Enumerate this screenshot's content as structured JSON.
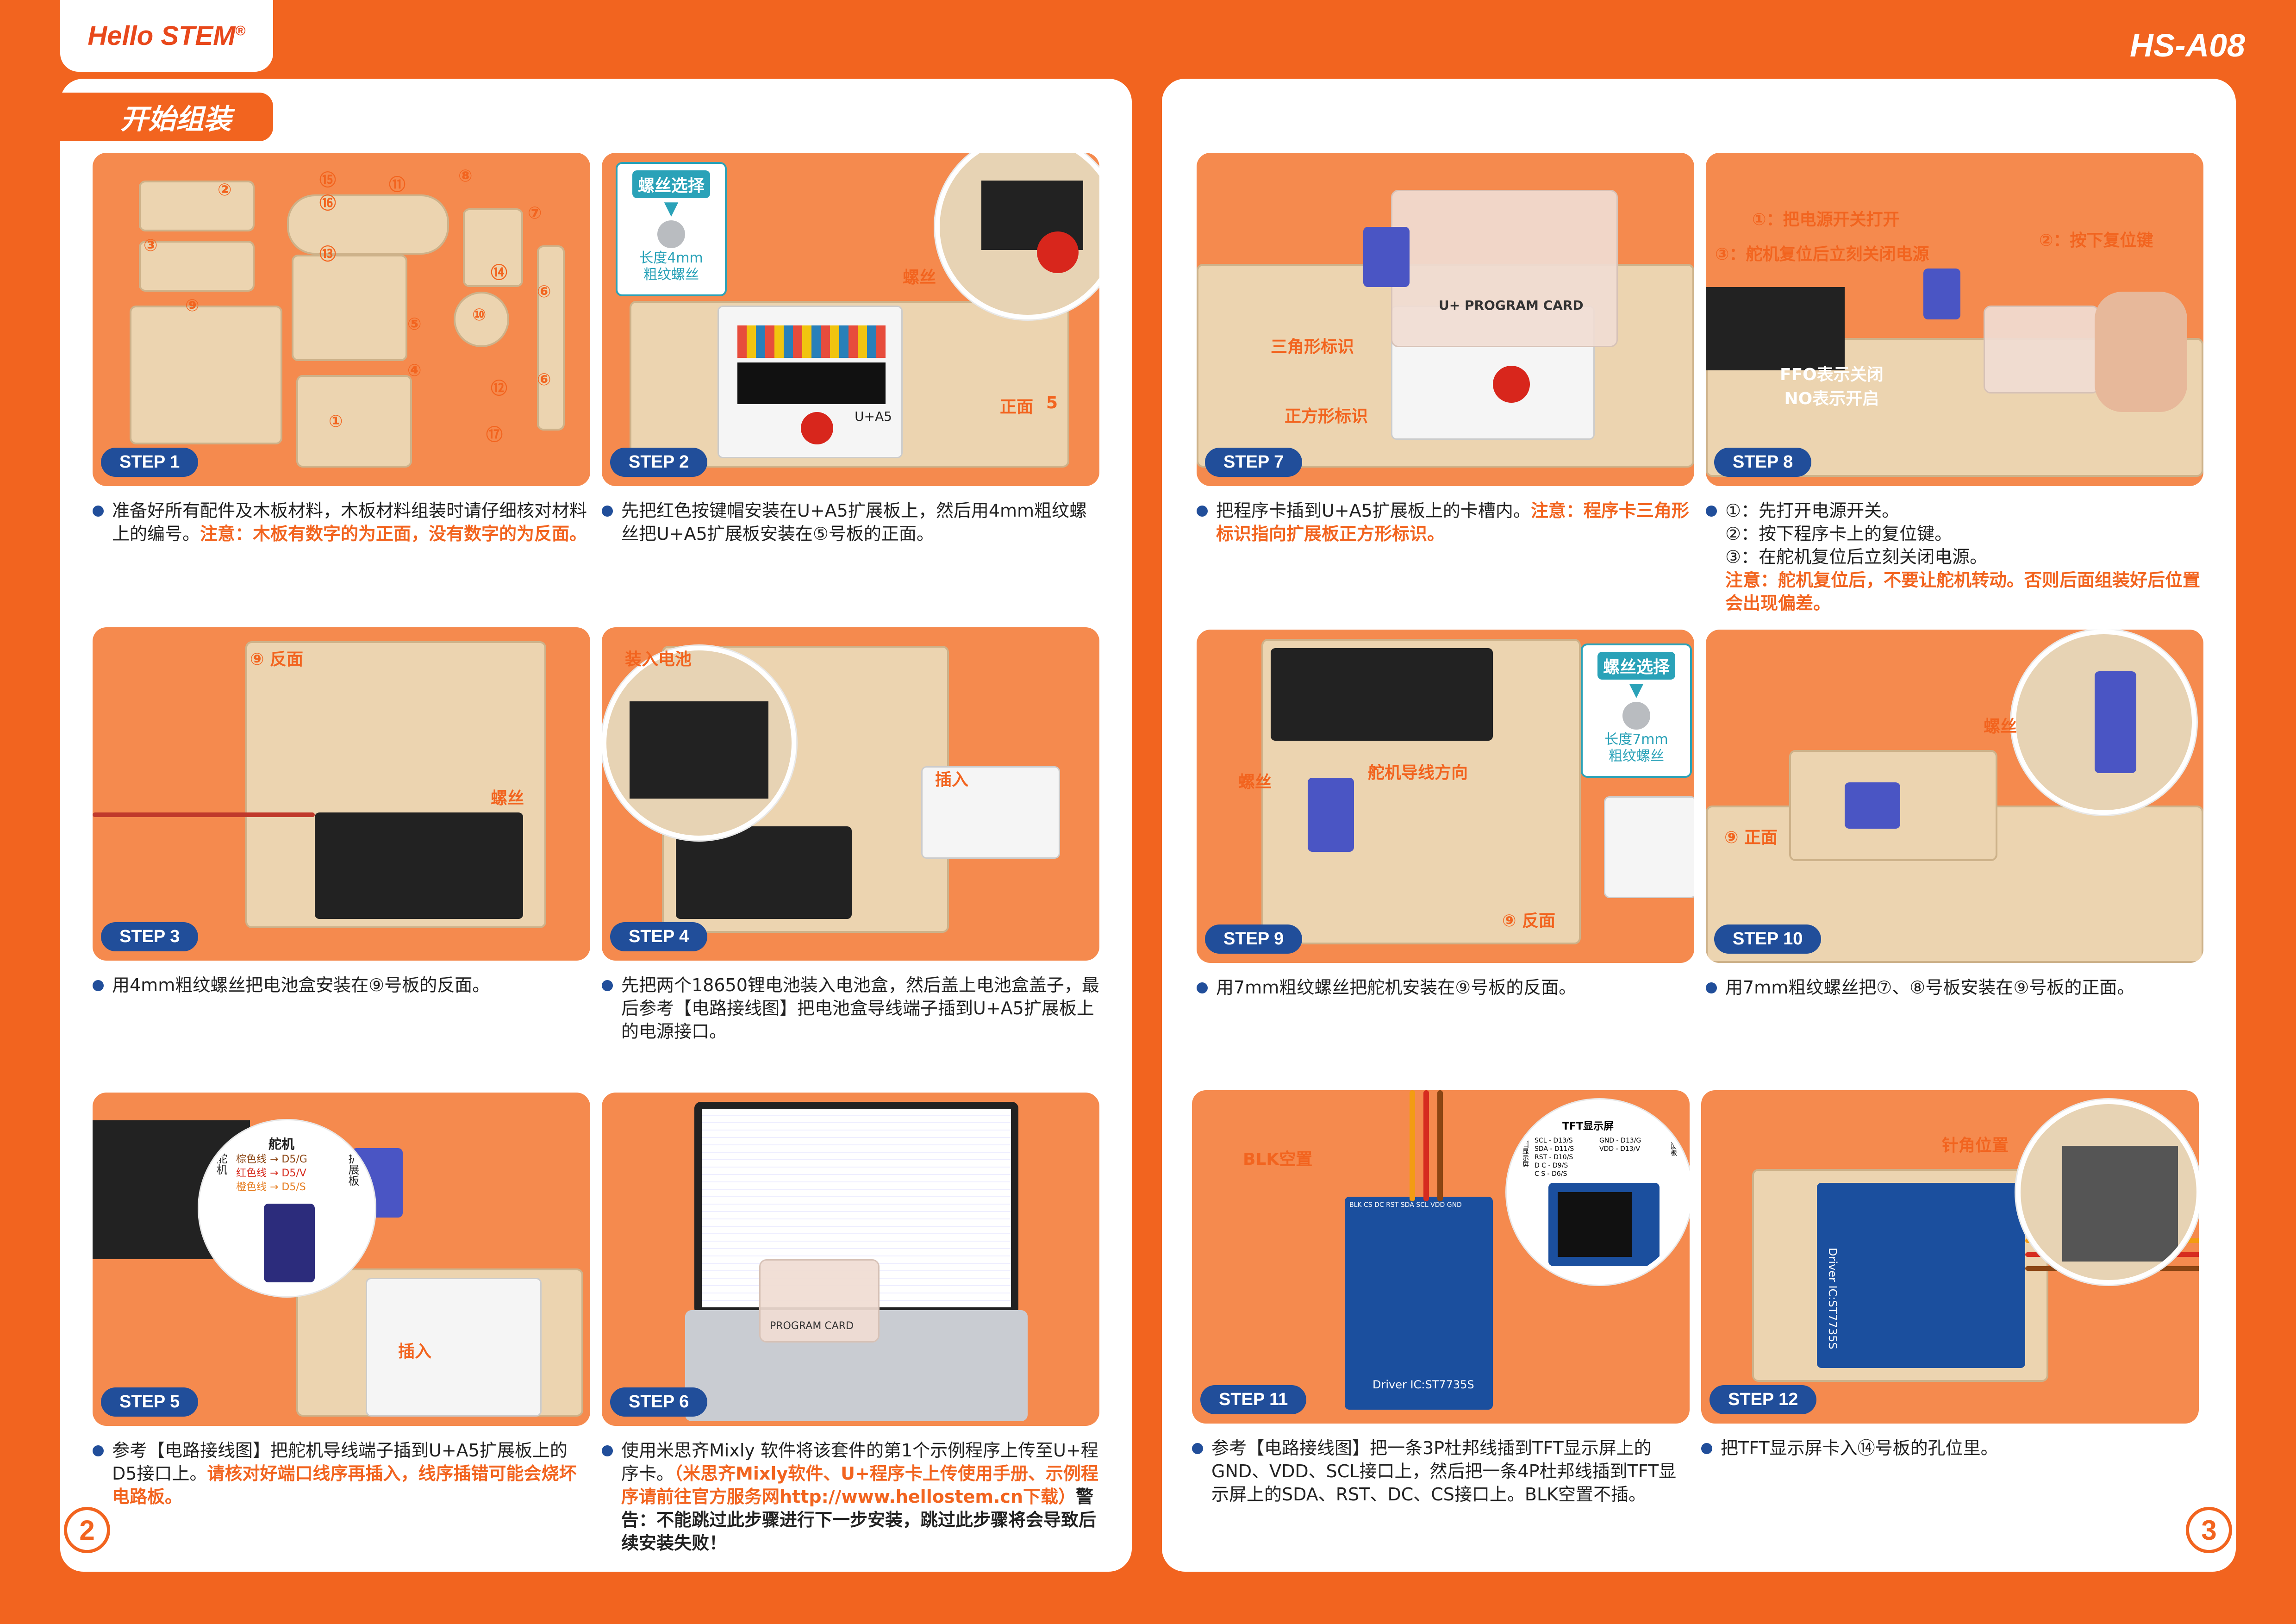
{
  "header": {
    "brand": "Hello STEM",
    "brand_mark": "®",
    "model": "HS-A08"
  },
  "section_title": "开始组装",
  "page_numbers": {
    "left": "2",
    "right": "3"
  },
  "screw_boxes": {
    "title": "螺丝选择",
    "s4": "长度4mm\n粗纹螺丝",
    "s7": "长度7mm\n粗纹螺丝"
  },
  "steps": {
    "s1": {
      "label": "STEP 1",
      "board_numbers": [
        "②",
        "⑮",
        "⑯",
        "⑪",
        "⑧",
        "⑦",
        "③",
        "⑬",
        "⑭",
        "⑨",
        "⑤",
        "⑩",
        "⑥",
        "④",
        "⑫",
        "⑥",
        "①",
        "⑰"
      ],
      "text": "准备好所有配件及木板材料，木板材料组装时请仔细核对材料上的编号。",
      "warn": "注意：木板有数字的为正面，没有数字的为反面。"
    },
    "s2": {
      "label": "STEP 2",
      "labels": {
        "screw": "螺丝",
        "front": "正面",
        "num": "5",
        "pcb": "U+A5"
      },
      "text": "先把红色按键帽安装在U+A5扩展板上，然后用4mm粗纹螺丝把U+A5扩展板安装在⑤号板的正面。"
    },
    "s3": {
      "label": "STEP 3",
      "labels": {
        "back": "⑨ 反面",
        "screw": "螺丝"
      },
      "text": "用4mm粗纹螺丝把电池盒安装在⑨号板的反面。"
    },
    "s4": {
      "label": "STEP 4",
      "labels": {
        "battery": "装入电池",
        "plug": "插入"
      },
      "text": "先把两个18650锂电池装入电池盒，然后盖上电池盒盖子，最后参考【电路接线图】把电池盒导线端子插到U+A5扩展板上的电源接口。"
    },
    "s5": {
      "label": "STEP 5",
      "labels": {
        "plug": "插入",
        "servo_title": "舵机",
        "left_side": "舵机",
        "right_side": "扩展板",
        "wires": [
          "棕色线 → D5/G",
          "红色线 → D5/V",
          "橙色线 → D5/S"
        ]
      },
      "text": "参考【电路接线图】把舵机导线端子插到U+A5扩展板上的D5接口上。",
      "warn": "请核对好端口线序再插入，线序插错可能会烧坏电路板。"
    },
    "s6": {
      "label": "STEP 6",
      "labels": {
        "card": "PROGRAM CARD"
      },
      "text": "使用米思齐Mixly 软件将该套件的第1个示例程序上传至U+程序卡。",
      "warn": "（米思齐Mixly软件、U+程序卡上传使用手册、示例程序请前往官方服务网http://www.hellostem.cn下载）",
      "bold": "警告：不能跳过此步骤进行下一步安装，跳过此步骤将会导致后续安装失败！"
    },
    "s7": {
      "label": "STEP 7",
      "labels": {
        "triangle": "三角形标识",
        "square": "正方形标识",
        "card": "U+ PROGRAM CARD"
      },
      "text": "把程序卡插到U+A5扩展板上的卡槽内。",
      "warn": "注意：程序卡三角形标识指向扩展板正方形标识。"
    },
    "s8": {
      "label": "STEP 8",
      "labels": {
        "l1": "①：把电源开关打开",
        "l2": "②：按下复位键",
        "l3": "③：舵机复位后立刻关闭电源",
        "l4": "FFO表示关闭\nNO表示开启"
      },
      "lines": [
        "①：先打开电源开关。",
        "②：按下程序卡上的复位键。",
        "③：在舵机复位后立刻关闭电源。"
      ],
      "warn": "注意：舵机复位后，不要让舵机转动。否则后面组装好后位置会出现偏差。"
    },
    "s9": {
      "label": "STEP 9",
      "labels": {
        "screw": "螺丝",
        "dir": "舵机导线方向",
        "back": "⑨ 反面"
      },
      "text": "用7mm粗纹螺丝把舵机安装在⑨号板的反面。"
    },
    "s10": {
      "label": "STEP 10",
      "labels": {
        "screw": "螺丝",
        "front": "⑨ 正面"
      },
      "text": "用7mm粗纹螺丝把⑦、⑧号板安装在⑨号板的正面。"
    },
    "s11": {
      "label": "STEP 11",
      "labels": {
        "blk": "BLK空置",
        "tft_title": "TFT显示屏",
        "pins_left": [
          "SCL - D13/S",
          "SDA - D11/S",
          "RST - D10/S",
          "D C - D9/S",
          "C S - D6/S"
        ],
        "pins_right": [
          "GND - D13/G",
          "VDD - D13/V"
        ],
        "side_left": "TFT显示屏",
        "side_right": "扩展板",
        "pin_row": "BLK CS DC RST SDA SCL VDD GND",
        "driver": "Driver IC:ST7735S"
      },
      "text": "参考【电路接线图】把一条3P杜邦线插到TFT显示屏上的GND、VDD、SCL接口上，然后把一条4P杜邦线插到TFT显示屏上的SDA、RST、DC、CS接口上。BLK空置不插。"
    },
    "s12": {
      "label": "STEP 12",
      "labels": {
        "pin": "针角位置",
        "driver": "Driver IC:ST7735S"
      },
      "text": "把TFT显示屏卡入⑭号板的孔位里。"
    }
  }
}
